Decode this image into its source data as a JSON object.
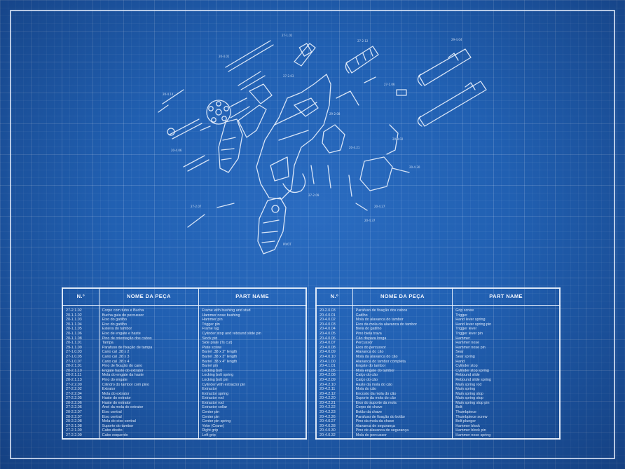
{
  "diagram": {
    "callouts": [
      "27-1.02",
      "20-4.01",
      "27-2.12",
      "29-4.04",
      "20-4.14",
      "27-1.06",
      "20-4.06",
      "29-2.08",
      "20-4.21",
      "27-2.07",
      "20-3.02",
      "20-4.27",
      "27-2.03",
      "20-4.30",
      "27-2.09",
      "20-4.37"
    ],
    "trigger_guard_label": "PIVOT"
  },
  "tables": {
    "left": {
      "headers": {
        "number": "N.º",
        "name_pt": "NOME DA PEÇA",
        "name_en": "PART NAME"
      },
      "rows": [
        [
          "27-2.1.02",
          "Corpo com tubo e Bucha",
          "Frame with bushing and stud"
        ],
        [
          "20-1.1.02",
          "Bucha guia do percussor",
          "Hammer nose bushing"
        ],
        [
          "20-1.1.03",
          "Eixo do gatilho",
          "Hammer pin"
        ],
        [
          "20-1.1.04",
          "Eixo do gatilho",
          "Trigger pin"
        ],
        [
          "20-1.1.05",
          "Esteira do tambor",
          "Frame lug"
        ],
        [
          "20-1.1.06",
          "Eixo de engate e haste",
          "Cylinder stop and rebound slide pin"
        ],
        [
          "20-1.1.08",
          "Pino de orientação dos cabos",
          "Stock pin"
        ],
        [
          "20-1.1.01",
          "Tampa",
          "Side plate (Ts cut)"
        ],
        [
          "29-1.1.09",
          "Parafuso de fixação de tampa",
          "Plate screw"
        ],
        [
          "27-1.0.03",
          "Cano cal .38 x 2",
          "Barrel .38 x 2\" length"
        ],
        [
          "27-1.0.05",
          "Cano cal .38 x 3",
          "Barrel .38 x 3\" length"
        ],
        [
          "27-1.0.07",
          "Cano cal .38 x 4",
          "Barrel .38 x 4\" length"
        ],
        [
          "20-2.1.01",
          "Pino de fixação do cano",
          "Barrel pin"
        ],
        [
          "20-2.1.10",
          "Engate haste do extrator",
          "Locking bolt"
        ],
        [
          "20-2.1.11",
          "Mola do engate da haste",
          "Locking bolt spring"
        ],
        [
          "20-2.1.13",
          "Pino do engate",
          "Locking bolt pin"
        ],
        [
          "27-2.2.00",
          "Cilindro do tambor com pino",
          "Cylinder with extractor pin"
        ],
        [
          "27-2.2.02",
          "Extrator",
          "Extractor"
        ],
        [
          "27-2.2.04",
          "Mola do extrator",
          "Extractor spring"
        ],
        [
          "27-2.2.05",
          "Haste do extrator",
          "Extractor rod"
        ],
        [
          "20-2.2.06",
          "Haste do extrator",
          "Extractor rod"
        ],
        [
          "27-2.2.06",
          "Anel da mola do extrator",
          "Extractor collar"
        ],
        [
          "20-2.2.07",
          "Eixo central",
          "Center pin"
        ],
        [
          "20-2.2.07",
          "Eixo central",
          "Center pin"
        ],
        [
          "20-2.2.08",
          "Mola do eixo central",
          "Center pin spring"
        ],
        [
          "27-2.1.08",
          "Suporte do tambor",
          "Yoke (Crane)"
        ],
        [
          "27-2.1.09",
          "Cabo direito",
          "Right grip"
        ],
        [
          "27-2.2.09",
          "Cabo esquerdo",
          "Left grip"
        ]
      ]
    },
    "right": {
      "headers": {
        "number": "N.º",
        "name_pt": "NOME DA PEÇA",
        "name_en": "PART NAME"
      },
      "rows": [
        [
          "20-2.0.03",
          "Parafuso de fixação dos cabos",
          "Grip screw"
        ],
        [
          "20-4.0.01",
          "Gatilho",
          "Trigger"
        ],
        [
          "20-4.0.02",
          "Mola do alavanca do tambor",
          "Hand lever spring"
        ],
        [
          "20-4.0.03",
          "Eixo da mola da alavanca do tambor",
          "Hand lever spring pin"
        ],
        [
          "20-4.0.04",
          "Biela do gatilho",
          "Trigger lever"
        ],
        [
          "20-4.0.05",
          "Pino biela trava",
          "Trigger lever pin"
        ],
        [
          "20-4.0.06",
          "Cão dispara longa",
          "Hammer"
        ],
        [
          "20-4.0.07",
          "Percussor",
          "Hammer nose"
        ],
        [
          "20-4.0.08",
          "Eixo do percussor",
          "Hammer nose pin"
        ],
        [
          "20-4.0.09",
          "Alavanca do cão",
          "Sear"
        ],
        [
          "20-4.0.10",
          "Mola da alavanca do cão",
          "Sear spring"
        ],
        [
          "20-4.1.00",
          "Alavanca do tambor completa",
          "Hand"
        ],
        [
          "20-4.1.01",
          "Engate do tambor",
          "Cylinder stop"
        ],
        [
          "20-4.2.05",
          "Mola engate do tambor",
          "Cylinder stop spring"
        ],
        [
          "20-4.2.08",
          "Calço do cão",
          "Rebound slide"
        ],
        [
          "20-4.2.09",
          "Calço do cão",
          "Rebound slide spring"
        ],
        [
          "20-4.2.10",
          "Haste da mola do cão",
          "Main spring rod"
        ],
        [
          "20-4.2.11",
          "Mola do cão",
          "Main spring"
        ],
        [
          "20-4.2.12",
          "Encosto da mola do cão",
          "Main spring stop"
        ],
        [
          "20-4.2.20",
          "Suporte da mola do cão",
          "Main spring stop"
        ],
        [
          "20-4.2.21",
          "Eixo do suporte da mola",
          "Main spring stop pin"
        ],
        [
          "20-4.2.22",
          "Corpo de chave",
          "Bolt"
        ],
        [
          "20-4.2.23",
          "Botão da chave",
          "Thumbpiece"
        ],
        [
          "20-4.2.26",
          "Parafuso de fixação do botão",
          "Thumbpiece screw"
        ],
        [
          "20-4.0.27",
          "Pino da mola da chave",
          "Bolt plunger"
        ],
        [
          "20-4.0.28",
          "Alavanca de segurança",
          "Hammer block"
        ],
        [
          "20-4.0.30",
          "Pino de alavanca de segurança",
          "Hammer block pin"
        ],
        [
          "20-4.0.32",
          "Mola do percussor",
          "Hammer nose spring"
        ]
      ]
    }
  }
}
